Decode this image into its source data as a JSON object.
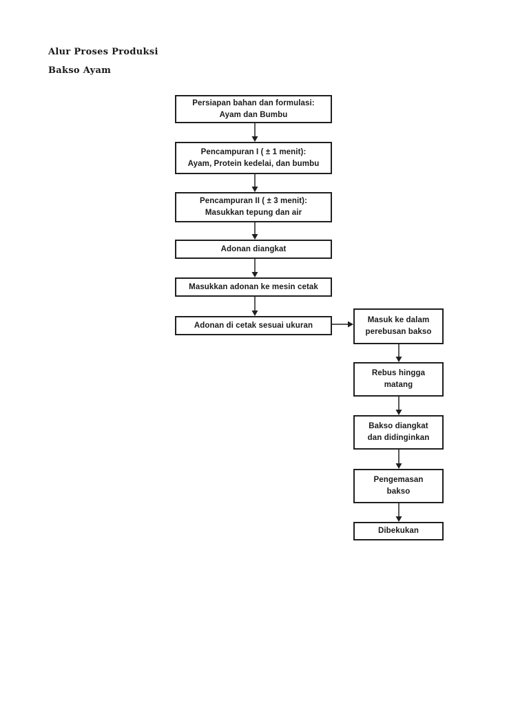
{
  "header": {
    "title_line1": "Alur Proses Produksi",
    "title_line2": "Bakso Ayam"
  },
  "colors": {
    "ink": "#1f1f1f",
    "page_background": "#ffffff"
  },
  "flowchart": {
    "nodes": [
      {
        "id": "persiapan",
        "text": "Persiapan bahan dan formulasi:\nAyam dan Bumbu"
      },
      {
        "id": "pencampuran-1",
        "text": "Pencampuran I ( ± 1 menit):\nAyam, Protein kedelai, dan bumbu"
      },
      {
        "id": "pencampuran-2",
        "text": "Pencampuran II ( ± 3 menit):\nMasukkan tepung dan air"
      },
      {
        "id": "adonan-diangkat",
        "text": "Adonan diangkat"
      },
      {
        "id": "masukkan-adonan",
        "text": "Masukkan adonan ke mesin cetak"
      },
      {
        "id": "adonan-dicetak",
        "text": "Adonan di cetak sesuai ukuran"
      },
      {
        "id": "perebusan",
        "text": "Masuk ke dalam\nperebusan bakso"
      },
      {
        "id": "rebus-matang",
        "text": "Rebus hingga\nmatang"
      },
      {
        "id": "bakso-didinginkan",
        "text": "Bakso diangkat\ndan didinginkan"
      },
      {
        "id": "pengemasan",
        "text": "Pengemasan\nbakso"
      },
      {
        "id": "dibekukan",
        "text": "Dibekukan"
      }
    ]
  }
}
